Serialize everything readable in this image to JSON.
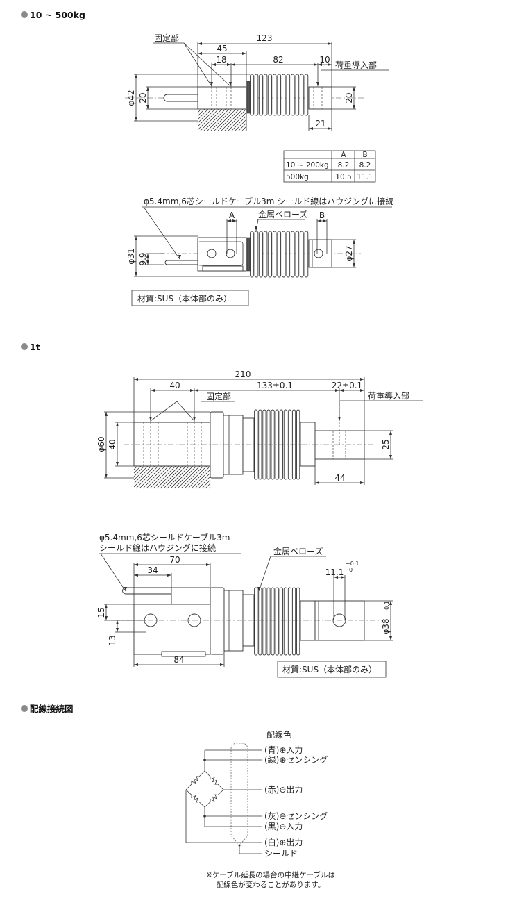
{
  "section_10_500kg": {
    "title": "10 ~ 500kg",
    "top_view": {
      "fixed_label": "固定部",
      "load_label": "荷重導入部",
      "dim_total": "123",
      "dim_45": "45",
      "dim_18": "18",
      "dim_82": "82",
      "dim_10": "10",
      "dim_phi42": "φ42",
      "dim_20_left": "20",
      "dim_20_right": "20",
      "dim_21": "21"
    },
    "table": {
      "header": [
        "",
        "A",
        "B"
      ],
      "rows": [
        [
          "10 ~ 200kg",
          "8.2",
          "8.2"
        ],
        [
          "500kg",
          "10.5",
          "11.1"
        ]
      ]
    },
    "side_view": {
      "cable_note": "φ5.4mm,6芯シールドケーブル3m シールド線はハウジングに接続",
      "bellows_label": "金属ベローズ",
      "dim_A": "A",
      "dim_B": "B",
      "dim_phi31": "φ31",
      "dim_9_9": "9.9",
      "dim_phi27": "φ27",
      "material": "材質:SUS（本体部のみ）"
    }
  },
  "section_1t": {
    "title": "1t",
    "top_view": {
      "fixed_label": "固定部",
      "load_label": "荷重導入部",
      "dim_total": "210",
      "dim_40": "40",
      "dim_133": "133±0.1",
      "dim_22": "22±0.1",
      "dim_phi60": "φ60",
      "dim_40_v": "40",
      "dim_25": "25",
      "dim_44": "44"
    },
    "side_view": {
      "cable_note_line1": "φ5.4mm,6芯シールドケーブル3m",
      "cable_note_line2": "シールド線はハウジングに接続",
      "bellows_label": "金属ベローズ",
      "dim_70": "70",
      "dim_34": "34",
      "dim_11_1": "11.1",
      "tol_upper": "+0.1",
      "tol_lower": "0",
      "dim_15": "15",
      "dim_13": "13",
      "dim_phi38": "φ38",
      "dim_phi38_tol": "-0.1",
      "dim_84": "84",
      "material": "材質:SUS（本体部のみ）"
    }
  },
  "wiring": {
    "title": "配線接続図",
    "legend_title": "配線色",
    "wires": [
      "(青)⊕入力",
      "(緑)⊕センシング",
      "(赤)⊖出力",
      "(灰)⊖センシング",
      "(黒)⊖入力",
      "(白)⊕出力"
    ],
    "shield": "シールド",
    "note_line1": "※ケーブル延長の場合の中継ケーブルは",
    "note_line2": "配線色が変わることがあります。"
  },
  "colors": {
    "line": "#333333",
    "bullet": "#8a8a8a"
  }
}
